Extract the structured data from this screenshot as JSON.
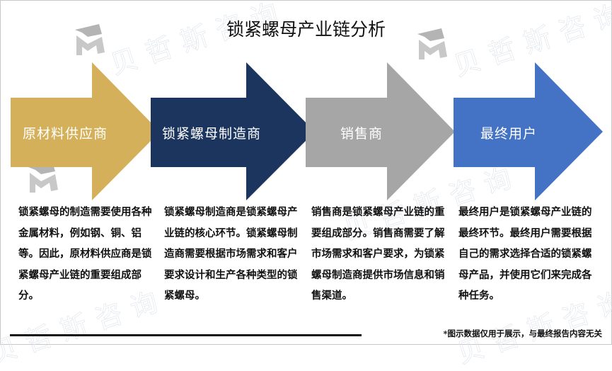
{
  "title": "锁紧螺母产业链分析",
  "watermark": {
    "text": "贝哲斯咨询",
    "logo": "bezh-logo-icon"
  },
  "chain": [
    {
      "label": "原材料供应商",
      "color": "#D4B05A",
      "description": "锁紧螺母的制造需要使用各种金属材料，例如钢、铜、铝等。因此，原材料供应商是锁紧螺母产业链的重要组成部分。"
    },
    {
      "label": "锁紧螺母制造商",
      "color": "#1C355E",
      "description": "锁紧螺母制造商是锁紧螺母产业链的核心环节。锁紧螺母制造商需要根据市场需求和客户要求设计和生产各种类型的锁紧螺母。"
    },
    {
      "label": "销售商",
      "color": "#A6A6A6",
      "description": "销售商是锁紧螺母产业链的重要组成部分。销售商需要了解市场需求和客户要求，为锁紧螺母制造商提供市场信息和销售渠道。"
    },
    {
      "label": "最终用户",
      "color": "#4472C4",
      "description": "最终用户是锁紧螺母产业链的最终环节。最终用户需要根据自己的需求选择合适的锁紧螺母产品，并使用它们来完成各种任务。"
    }
  ],
  "footnote": "*图示数据仅用于展示，与最终报告内容无关"
}
